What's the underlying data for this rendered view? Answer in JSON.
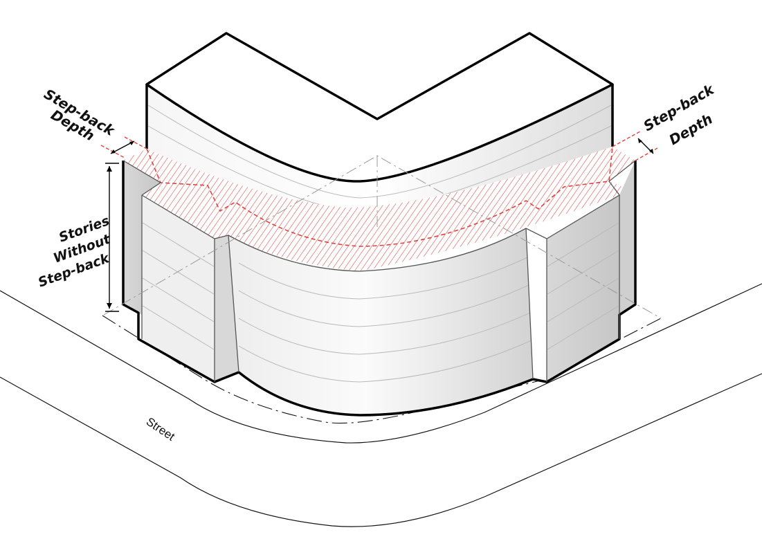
{
  "labels": {
    "stepback_left_line1": "Step-back",
    "stepback_left_line2": "Depth",
    "stepback_right_line1": "Step-back",
    "stepback_right_line2": "Depth",
    "stories_line1": "Stories",
    "stories_line2": "Without",
    "stories_line3": "Step-back",
    "street": "Street"
  },
  "colors": {
    "outline": "#000000",
    "facade_light": "#fafafa",
    "facade_dark": "#d4d4d4",
    "floor_lines": "#b9b9b9",
    "stepback_hatch": "#e0413d",
    "guide_dash": "#9a9a9a"
  }
}
